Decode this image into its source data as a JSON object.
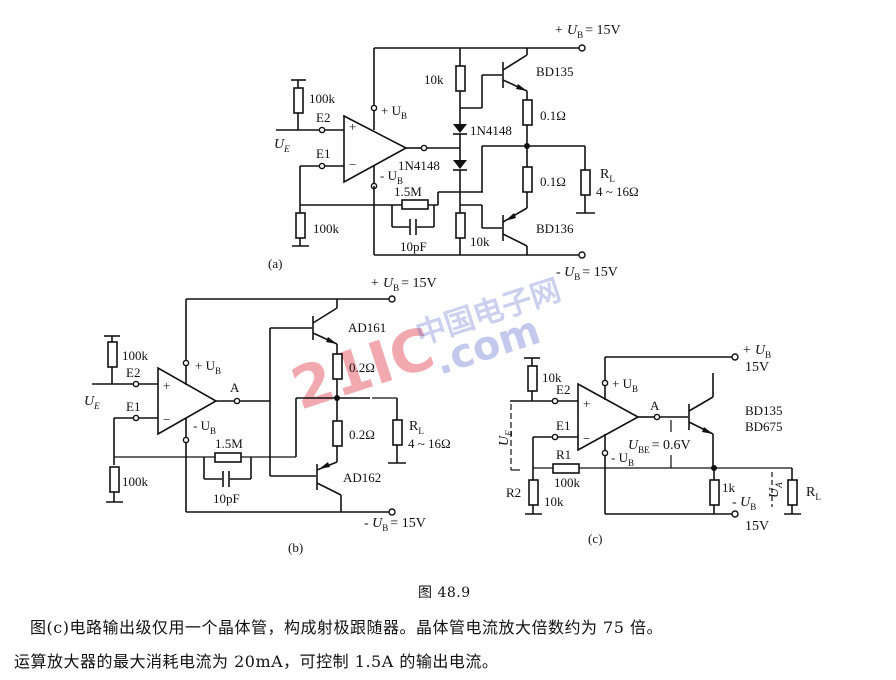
{
  "circuit_a": {
    "caption": "(a)",
    "supply_pos": "+ U",
    "supply_pos_sub": "B",
    "supply_pos_val": "= 15V",
    "supply_neg": "- U",
    "supply_neg_sub": "B",
    "supply_neg_val": "= 15V",
    "r_in": "100k",
    "r_fb_gnd": "100k",
    "r_feedback": "1.5M",
    "c_feedback": "10pF",
    "node_e2": "E2",
    "node_e1": "E1",
    "input": "U",
    "input_sub": "E",
    "opamp_pos": "+ U",
    "opamp_pos_sub": "B",
    "opamp_neg": "- U",
    "opamp_neg_sub": "B",
    "r_bias_top": "10k",
    "r_bias_bot": "10k",
    "diode_top": "1N4148",
    "diode_bot": "1N4148",
    "q_top": "BD135",
    "q_bot": "BD136",
    "r_e_top": "0.1Ω",
    "r_e_bot": "0.1Ω",
    "load": "R",
    "load_sub": "L",
    "load_range": "4 ~ 16Ω"
  },
  "circuit_b": {
    "caption": "(b)",
    "supply_pos": "+ U",
    "supply_pos_sub": "B",
    "supply_pos_val": "= 15V",
    "supply_neg": "- U",
    "supply_neg_sub": "B",
    "supply_neg_val": "= 15V",
    "r_in": "100k",
    "r_fb_gnd": "100k",
    "r_feedback": "1.5M",
    "c_feedback": "10pF",
    "node_e2": "E2",
    "node_e1": "E1",
    "node_a": "A",
    "input": "U",
    "input_sub": "E",
    "opamp_pos": "+ U",
    "opamp_pos_sub": "B",
    "opamp_neg": "- U",
    "opamp_neg_sub": "B",
    "q_top": "AD161",
    "q_bot": "AD162",
    "r_e_top": "0.2Ω",
    "r_e_bot": "0.2Ω",
    "load": "R",
    "load_sub": "L",
    "load_range": "4 ~ 16Ω"
  },
  "circuit_c": {
    "caption": "(c)",
    "supply_pos": "+ U",
    "supply_pos_sub": "B",
    "supply_pos_val": "15V",
    "supply_neg": "- U",
    "supply_neg_sub": "B",
    "supply_neg_val": "15V",
    "r_in": "10k",
    "r1_name": "R1",
    "r1_val": "100k",
    "r2_name": "R2",
    "r2_val": "10k",
    "node_e2": "E2",
    "node_e1": "E1",
    "node_a": "A",
    "input": "U",
    "input_sub": "E",
    "opamp_pos": "+ U",
    "opamp_pos_sub": "B",
    "opamp_neg": "- U",
    "opamp_neg_sub": "B",
    "vbe": "U",
    "vbe_sub": "BE",
    "vbe_val": "= 0.6V",
    "q": "BD135",
    "q_alt": "BD675",
    "r_e": "1k",
    "output": "U",
    "output_sub": "A",
    "load": "R",
    "load_sub": "L"
  },
  "figure_title": "图 48.9",
  "description_line1": "图(c)电路输出级仅用一个晶体管，构成射极跟随器。晶体管电流放大倍数约为 75 倍。",
  "description_line2": "运算放大器的最大消耗电流为 20mA，可控制 1.5A 的输出电流。",
  "watermark": {
    "brand": "21IC",
    "cn": "中国电子网",
    "domain": ".com"
  }
}
